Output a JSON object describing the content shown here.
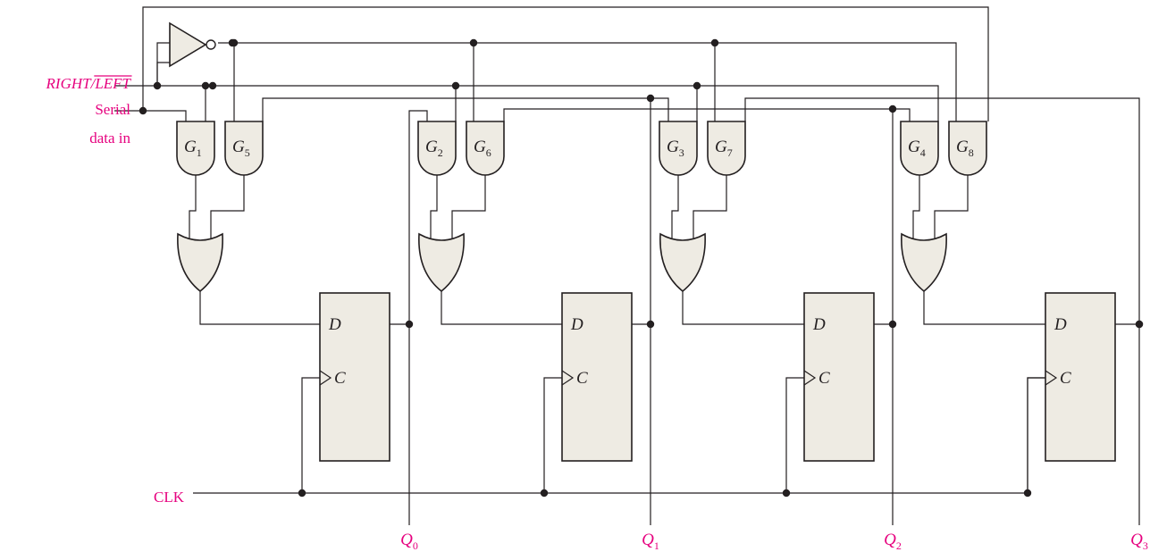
{
  "inputs": {
    "control_main": "RIGHT/",
    "control_bar": "LEFT",
    "serial_line1": "Serial",
    "serial_line2": "data in",
    "clock": "CLK"
  },
  "gates": [
    {
      "letter": "G",
      "sub": "1"
    },
    {
      "letter": "G",
      "sub": "5"
    },
    {
      "letter": "G",
      "sub": "2"
    },
    {
      "letter": "G",
      "sub": "6"
    },
    {
      "letter": "G",
      "sub": "3"
    },
    {
      "letter": "G",
      "sub": "7"
    },
    {
      "letter": "G",
      "sub": "4"
    },
    {
      "letter": "G",
      "sub": "8"
    }
  ],
  "flip_flop_pins": {
    "d": "D",
    "c": "C"
  },
  "outputs": [
    {
      "letter": "Q",
      "sub": "0"
    },
    {
      "letter": "Q",
      "sub": "1"
    },
    {
      "letter": "Q",
      "sub": "2"
    },
    {
      "letter": "Q",
      "sub": "3"
    }
  ],
  "colors": {
    "label": "#e6007e",
    "fill": "#eeebe3",
    "line": "#231f20"
  }
}
